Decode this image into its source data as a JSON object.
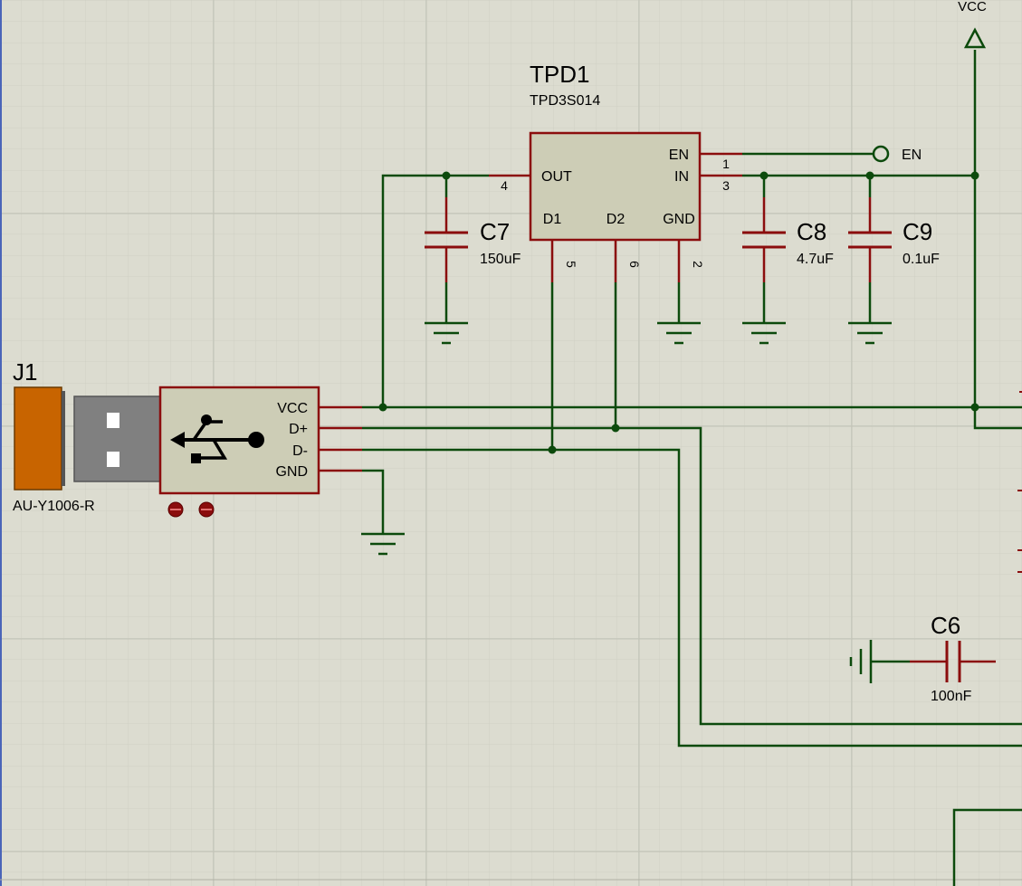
{
  "colors": {
    "background": "#dcdcd0",
    "grid_minor": "#cfd0c4",
    "grid_major": "#c2c3b7",
    "wire": "#0c4a0c",
    "pin": "#8b0d0d",
    "component_fill": "#cdcdb6",
    "component_border": "#8b0d0d",
    "connector_orange": "#c86400",
    "connector_gray": "#808080",
    "text": "#000000"
  },
  "power": {
    "vcc_label": "VCC"
  },
  "tpd1": {
    "ref": "TPD1",
    "value": "TPD3S014",
    "pins": {
      "en": "EN",
      "in": "IN",
      "out": "OUT",
      "d1": "D1",
      "d2": "D2",
      "gnd": "GND",
      "en_num": "1",
      "in_num": "3",
      "out_num": "4",
      "d1_num": "5",
      "d2_num": "6",
      "gnd_num": "2"
    }
  },
  "en_terminal": {
    "label": "EN"
  },
  "capacitors": {
    "c7": {
      "ref": "C7",
      "value": "150uF"
    },
    "c8": {
      "ref": "C8",
      "value": "4.7uF"
    },
    "c9": {
      "ref": "C9",
      "value": "0.1uF"
    },
    "c6": {
      "ref": "C6",
      "value": "100nF"
    }
  },
  "j1": {
    "ref": "J1",
    "value": "AU-Y1006-R",
    "pins": {
      "vcc": "VCC",
      "dp": "D+",
      "dm": "D-",
      "gnd": "GND"
    }
  }
}
